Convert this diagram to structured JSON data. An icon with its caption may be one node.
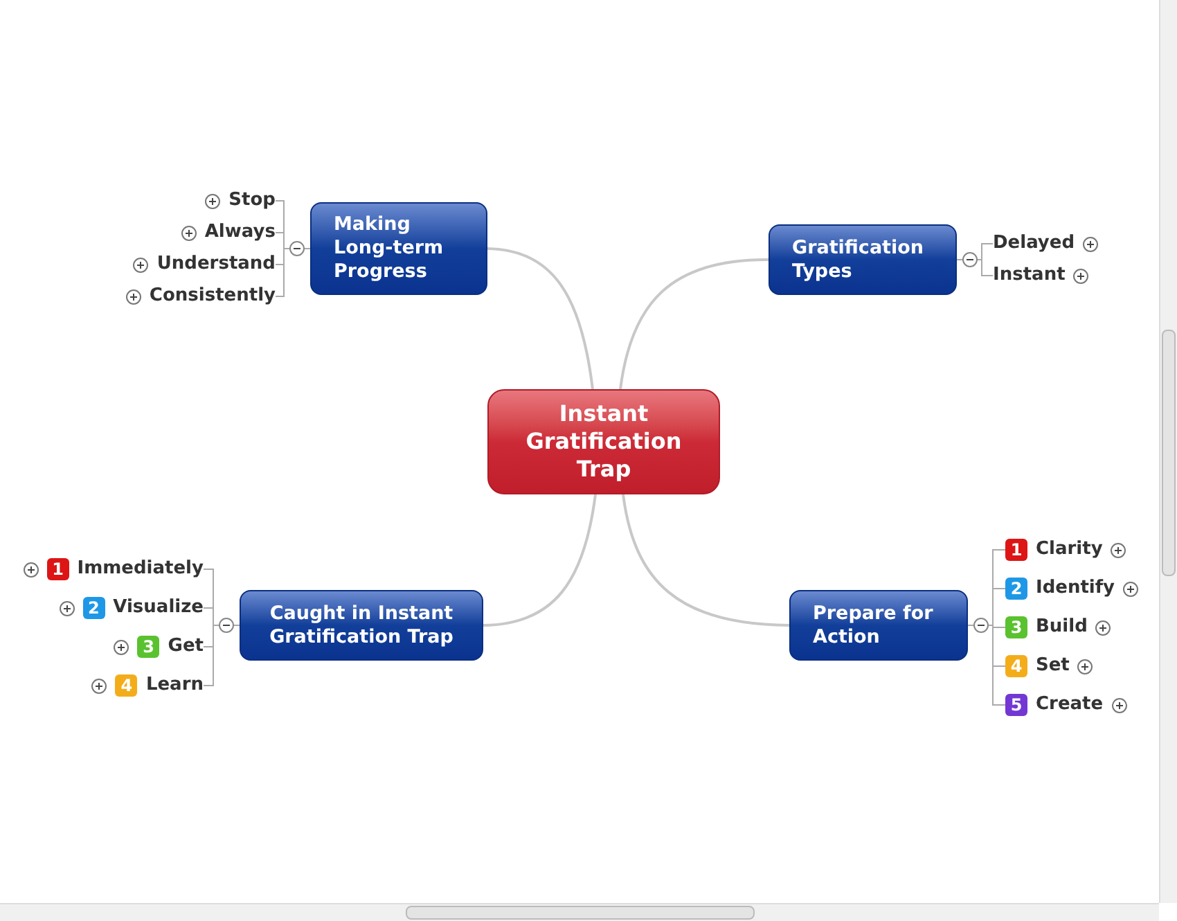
{
  "diagram": {
    "nodes": [
      {
        "text": [
          "Instant Gratification Trap"
        ]
      },
      {
        "text": [
          "Making Long-term Progress"
        ]
      },
      {
        "text": [
          "Stop"
        ]
      },
      {
        "text": [
          "Always"
        ]
      },
      {
        "text": [
          "Understand"
        ]
      },
      {
        "text": [
          "Consistently"
        ]
      },
      {
        "text": [
          "Gratification Types"
        ]
      },
      {
        "text": [
          "Delayed"
        ]
      },
      {
        "text": [
          "Instant"
        ]
      },
      {
        "text": [
          "Caught in Instant Gratification Trap"
        ]
      },
      {
        "text": [
          "1",
          "Immediately"
        ]
      },
      {
        "text": [
          "2",
          "Visualize"
        ]
      },
      {
        "text": [
          "3",
          "Get"
        ]
      },
      {
        "text": [
          "4",
          "Learn"
        ]
      },
      {
        "text": [
          "Prepare for Action"
        ]
      },
      {
        "text": [
          "1",
          "Clarity"
        ]
      },
      {
        "text": [
          "2",
          "Identify"
        ]
      },
      {
        "text": [
          "3",
          "Build"
        ]
      },
      {
        "text": [
          "4",
          "Set"
        ]
      },
      {
        "text": [
          "5",
          "Create"
        ]
      }
    ],
    "edges": [
      {
        "from": 0,
        "to": 1,
        "arrow": "none"
      },
      {
        "from": 0,
        "to": 6,
        "arrow": "none"
      },
      {
        "from": 0,
        "to": 9,
        "arrow": "none"
      },
      {
        "from": 0,
        "to": 14,
        "arrow": "none"
      },
      {
        "from": 1,
        "to": 2,
        "arrow": "none"
      },
      {
        "from": 1,
        "to": 3,
        "arrow": "none"
      },
      {
        "from": 1,
        "to": 4,
        "arrow": "none"
      },
      {
        "from": 1,
        "to": 5,
        "arrow": "none"
      },
      {
        "from": 6,
        "to": 7,
        "arrow": "none"
      },
      {
        "from": 6,
        "to": 8,
        "arrow": "none"
      },
      {
        "from": 9,
        "to": 10,
        "arrow": "none"
      },
      {
        "from": 9,
        "to": 11,
        "arrow": "none"
      },
      {
        "from": 9,
        "to": 12,
        "arrow": "none"
      },
      {
        "from": 9,
        "to": 13,
        "arrow": "none"
      },
      {
        "from": 14,
        "to": 15,
        "arrow": "none"
      },
      {
        "from": 14,
        "to": 16,
        "arrow": "none"
      },
      {
        "from": 14,
        "to": 17,
        "arrow": "none"
      },
      {
        "from": 14,
        "to": 18,
        "arrow": "none"
      },
      {
        "from": 14,
        "to": 19,
        "arrow": "none"
      }
    ]
  }
}
